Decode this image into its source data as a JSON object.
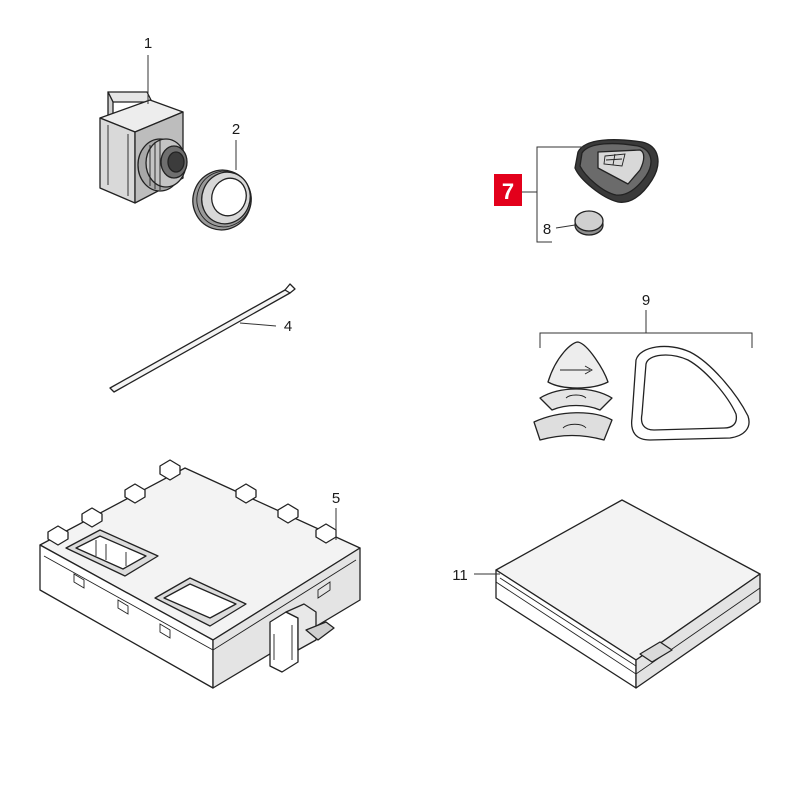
{
  "callouts": [
    {
      "id": "1",
      "label": "1"
    },
    {
      "id": "2",
      "label": "2"
    },
    {
      "id": "4",
      "label": "4"
    },
    {
      "id": "5",
      "label": "5"
    },
    {
      "id": "7",
      "label": "7",
      "highlighted": true
    },
    {
      "id": "8",
      "label": "8"
    },
    {
      "id": "9",
      "label": "9"
    },
    {
      "id": "11",
      "label": "11"
    }
  ],
  "colors": {
    "highlight": "#e3001b",
    "line": "#222222",
    "fill_light": "#f2f2f2",
    "fill_mid": "#d4d4d4",
    "fill_dark": "#8a8a8a"
  }
}
